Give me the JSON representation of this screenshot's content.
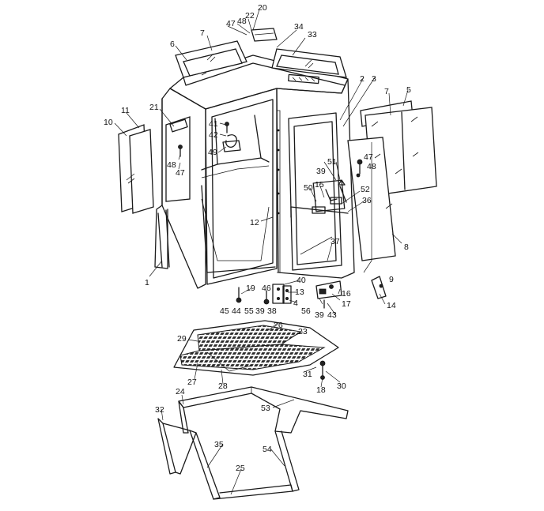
{
  "diagram": {
    "labels": [
      {
        "id": "p1",
        "text": "1"
      },
      {
        "id": "p2",
        "text": "2"
      },
      {
        "id": "p3",
        "text": "3"
      },
      {
        "id": "p4",
        "text": "4"
      },
      {
        "id": "p5",
        "text": "5"
      },
      {
        "id": "p6",
        "text": "6"
      },
      {
        "id": "p7a",
        "text": "7"
      },
      {
        "id": "p7b",
        "text": "7"
      },
      {
        "id": "p8",
        "text": "8"
      },
      {
        "id": "p9",
        "text": "9"
      },
      {
        "id": "p10",
        "text": "10"
      },
      {
        "id": "p11",
        "text": "11"
      },
      {
        "id": "p12",
        "text": "12"
      },
      {
        "id": "p13",
        "text": "13"
      },
      {
        "id": "p14",
        "text": "14"
      },
      {
        "id": "p15",
        "text": "15"
      },
      {
        "id": "p16",
        "text": "16"
      },
      {
        "id": "p17",
        "text": "17"
      },
      {
        "id": "p18",
        "text": "18"
      },
      {
        "id": "p19",
        "text": "19"
      },
      {
        "id": "p20",
        "text": "20"
      },
      {
        "id": "p21",
        "text": "21"
      },
      {
        "id": "p22",
        "text": "22"
      },
      {
        "id": "p23",
        "text": "23"
      },
      {
        "id": "p24",
        "text": "24"
      },
      {
        "id": "p25",
        "text": "25"
      },
      {
        "id": "p26",
        "text": "26"
      },
      {
        "id": "p27",
        "text": "27"
      },
      {
        "id": "p28",
        "text": "28"
      },
      {
        "id": "p29",
        "text": "29"
      },
      {
        "id": "p30",
        "text": "30"
      },
      {
        "id": "p31",
        "text": "31"
      },
      {
        "id": "p32",
        "text": "32"
      },
      {
        "id": "p33",
        "text": "33"
      },
      {
        "id": "p34",
        "text": "34"
      },
      {
        "id": "p35",
        "text": "35"
      },
      {
        "id": "p36",
        "text": "36"
      },
      {
        "id": "p37",
        "text": "37"
      },
      {
        "id": "p38",
        "text": "38"
      },
      {
        "id": "p39a",
        "text": "39"
      },
      {
        "id": "p39b",
        "text": "39"
      },
      {
        "id": "p39c",
        "text": "39"
      },
      {
        "id": "p40",
        "text": "40"
      },
      {
        "id": "p41",
        "text": "41"
      },
      {
        "id": "p42",
        "text": "42"
      },
      {
        "id": "p43",
        "text": "43"
      },
      {
        "id": "p44",
        "text": "44"
      },
      {
        "id": "p45",
        "text": "45"
      },
      {
        "id": "p46",
        "text": "46"
      },
      {
        "id": "p47a",
        "text": "47"
      },
      {
        "id": "p47b",
        "text": "47"
      },
      {
        "id": "p47c",
        "text": "47"
      },
      {
        "id": "p48a",
        "text": "48"
      },
      {
        "id": "p48b",
        "text": "48"
      },
      {
        "id": "p48c",
        "text": "48"
      },
      {
        "id": "p49",
        "text": "49"
      },
      {
        "id": "p50",
        "text": "50"
      },
      {
        "id": "p51",
        "text": "51"
      },
      {
        "id": "p52",
        "text": "52"
      },
      {
        "id": "p53",
        "text": "53"
      },
      {
        "id": "p54",
        "text": "54"
      },
      {
        "id": "p55",
        "text": "55"
      },
      {
        "id": "p56",
        "text": "56"
      }
    ]
  }
}
